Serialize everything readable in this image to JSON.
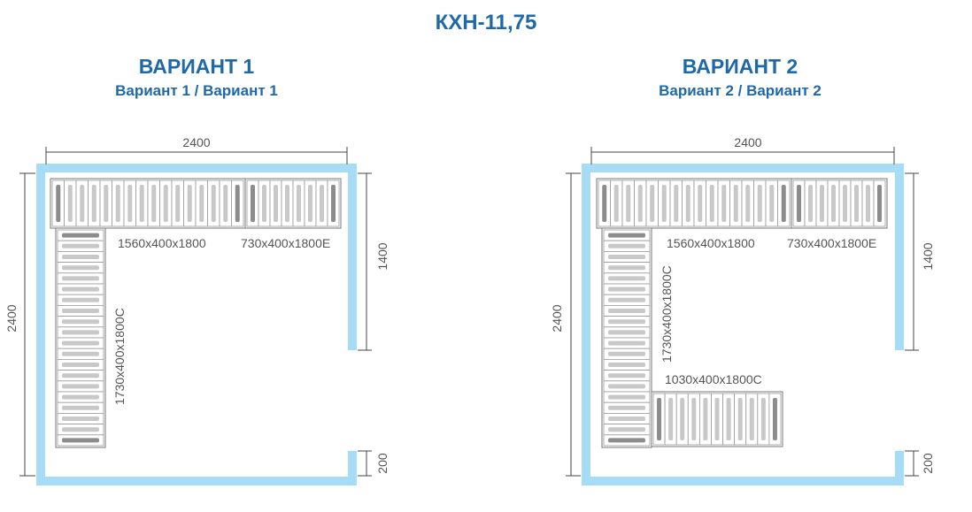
{
  "title": "КХН-11,75",
  "variants": [
    {
      "name": "ВАРИАНТ 1",
      "subtitle": "Вариант 1 / Вариант 1",
      "dim_top": "2400",
      "dim_left": "2400",
      "dim_right_upper": "1400",
      "dim_right_lower": "200",
      "shelves": [
        {
          "label": "1560x400x1800"
        },
        {
          "label": "730x400x1800E"
        },
        {
          "label": "1730x400x1800C"
        }
      ]
    },
    {
      "name": "ВАРИАНТ 2",
      "subtitle": "Вариант 2 / Вариант 2",
      "dim_top": "2400",
      "dim_left": "2400",
      "dim_right_upper": "1400",
      "dim_right_lower": "200",
      "shelves": [
        {
          "label": "1560x400x1800"
        },
        {
          "label": "730x400x1800E"
        },
        {
          "label": "1730x400x1800C"
        },
        {
          "label": "1030x400x1800C"
        }
      ]
    }
  ],
  "colors": {
    "wall": "#a6dcf5",
    "title": "#1f69a8",
    "dim": "#555555"
  }
}
